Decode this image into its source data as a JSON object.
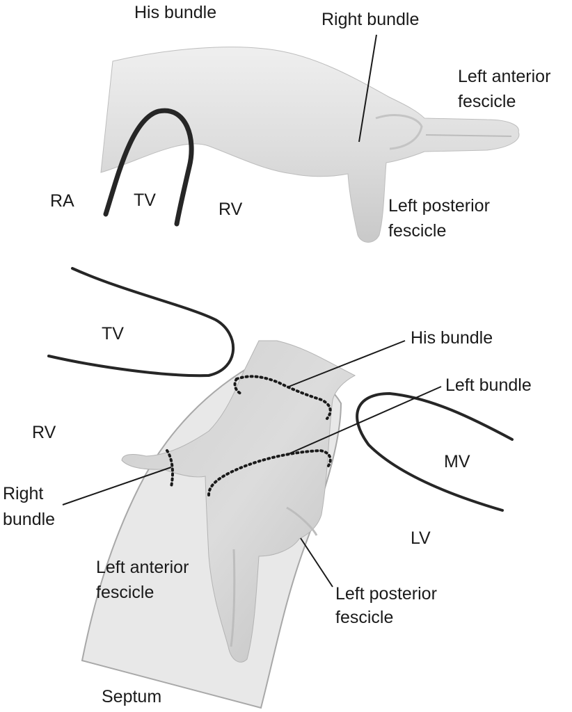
{
  "top_panel": {
    "labels": {
      "his_bundle": "His bundle",
      "right_bundle": "Right bundle",
      "left_anterior_line1": "Left anterior",
      "left_anterior_line2": "fescicle",
      "left_posterior_line1": "Left posterior",
      "left_posterior_line2": "fescicle",
      "ra": "RA",
      "tv": "TV",
      "rv": "RV"
    }
  },
  "bottom_panel": {
    "labels": {
      "tv": "TV",
      "his_bundle": "His bundle",
      "left_bundle": "Left bundle",
      "rv": "RV",
      "mv": "MV",
      "right_bundle_line1": "Right",
      "right_bundle_line2": "bundle",
      "lv": "LV",
      "left_anterior_line1": "Left anterior",
      "left_anterior_line2": "fescicle",
      "left_posterior_line1": "Left posterior",
      "left_posterior_line2": "fescicle",
      "septum": "Septum"
    }
  },
  "colors": {
    "hand_fill": "#d7d7d7",
    "septum_fill": "#e9e9e9",
    "valve_line": "#262626",
    "label_text": "#1a1a1a"
  }
}
